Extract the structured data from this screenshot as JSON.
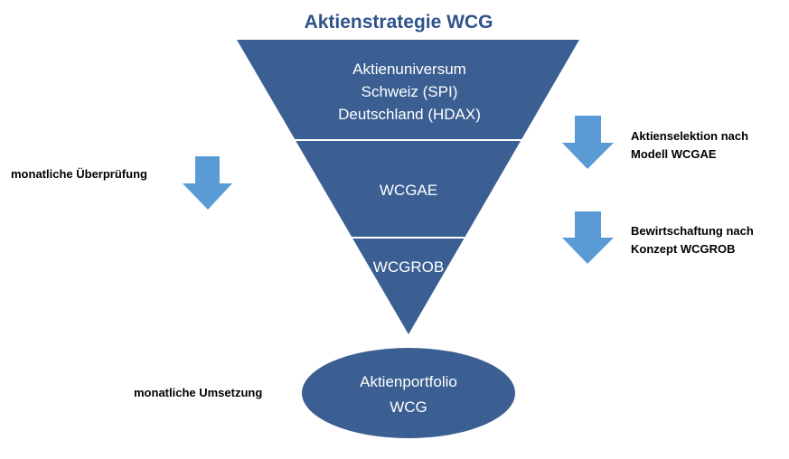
{
  "title": "Aktienstrategie WCG",
  "funnel": {
    "layer1": {
      "line1": "Aktienuniversum",
      "line2": "Schweiz (SPI)",
      "line3": "Deutschland (HDAX)"
    },
    "layer2": "WCGAE",
    "layer3": "WCGROB"
  },
  "portfolio": {
    "line1": "Aktienportfolio",
    "line2": "WCG"
  },
  "left_labels": {
    "review": "monatliche Überprüfung",
    "implementation": "monatliche Umsetzung"
  },
  "right_labels": {
    "selection_line1": "Aktienselektion nach",
    "selection_line2": "Modell WCGAE",
    "management_line1": "Bewirtschaftung nach",
    "management_line2": "Konzept WCGROB"
  },
  "colors": {
    "funnel_fill": "#3B5F92",
    "funnel_divider": "#FFFFFF",
    "arrow_fill": "#5B9BD5",
    "title_color": "#2E538A",
    "label_color": "#000000"
  }
}
